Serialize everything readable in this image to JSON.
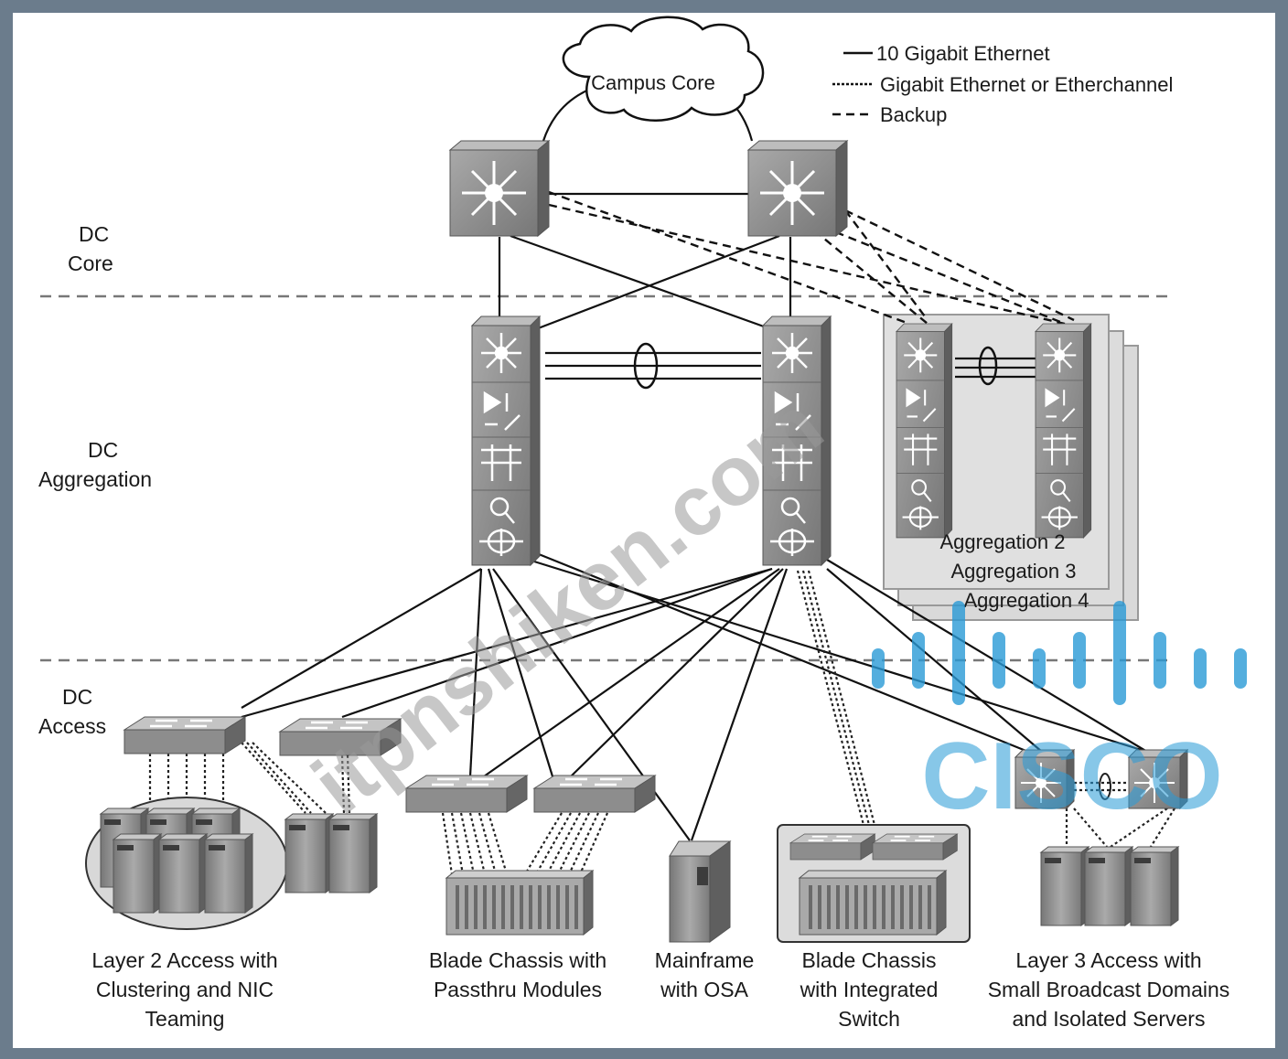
{
  "layers": {
    "core": [
      "DC",
      "Core"
    ],
    "aggregation": [
      "DC",
      "Aggregation"
    ],
    "access": [
      "DC",
      "Access"
    ]
  },
  "cloud_label": "Campus Core",
  "legend": [
    {
      "label": "10 Gigabit Ethernet",
      "style": "solid"
    },
    {
      "label": "Gigabit Ethernet or Etherchannel",
      "style": "dotted"
    },
    {
      "label": "Backup",
      "style": "dashed"
    }
  ],
  "aggregation_stack": [
    "Aggregation 2",
    "Aggregation 3",
    "Aggregation 4"
  ],
  "captions": [
    [
      "Layer 2 Access with",
      "Clustering and NIC",
      "Teaming"
    ],
    [
      "Blade Chassis with",
      "Passthru Modules"
    ],
    [
      "Mainframe",
      "with OSA"
    ],
    [
      "Blade Chassis",
      "with Integrated",
      "Switch"
    ],
    [
      "Layer 3 Access with",
      "Small Broadcast Domains",
      "and Isolated Servers"
    ]
  ],
  "watermark": "itpnshiken.com",
  "brand": "CISCO",
  "colors": {
    "frame": "#6b7c8c",
    "device": "#8f8f8f",
    "brand": "#2a9ad6"
  }
}
